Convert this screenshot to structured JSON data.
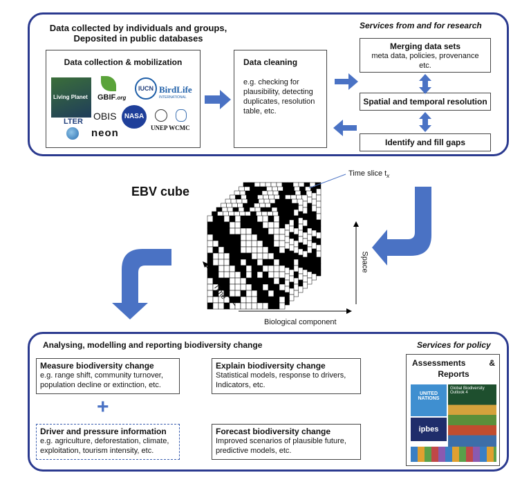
{
  "top_panel": {
    "heading_line1": "Data collected by individuals and groups,",
    "heading_line2": "Deposited in public databases",
    "services_label": "Services from and for research"
  },
  "data_collection": {
    "title": "Data collection & mobilization",
    "logos": {
      "living_planet": "Living Planet",
      "gbif": "GBIF",
      "gbif_suffix": ".org",
      "iucn": "IUCN",
      "birdlife": "BirdLife",
      "birdlife_sub": "INTERNATIONAL",
      "obis": "OBIS",
      "nasa": "NASA",
      "unep": "UNEP",
      "wcmc": "WCMC",
      "lter": "LTER",
      "neon": "neon"
    }
  },
  "data_cleaning": {
    "title": "Data cleaning",
    "line1": "e.g. checking for",
    "line2": "plausibility, detecting",
    "line3": "duplicates, resolution",
    "line4": "table, etc."
  },
  "merging": {
    "title": "Merging data sets",
    "line1": "meta data, policies, provenance",
    "line2": "etc."
  },
  "spatial": {
    "title": "Spatial and temporal resolution"
  },
  "gaps": {
    "title": "Identify and fill gaps"
  },
  "cube": {
    "title": "EBV cube",
    "time_slice": "Time slice t",
    "time_slice_sub": "x",
    "axis_time": "Time",
    "axis_space": "Space",
    "axis_bio": "Biological component"
  },
  "bottom_panel": {
    "heading": "Analysing, modelling and reporting biodiversity change",
    "services_label": "Services for policy"
  },
  "measure": {
    "title": "Measure biodiversity change",
    "line1": "e.g. range shift, community turnover,",
    "line2": "population decline or extinction, etc."
  },
  "plus": "+",
  "driver": {
    "title": "Driver and pressure information",
    "line1": "e.g. agriculture, deforestation, climate,",
    "line2": "exploitation, tourism intensity, etc."
  },
  "explain": {
    "title": "Explain biodiversity change",
    "line1": "Statistical models, response to drivers,",
    "line2": "Indicators, etc."
  },
  "forecast": {
    "title": "Forecast biodiversity change",
    "line1": "Improved scenarios of plausible future,",
    "line2": "predictive models, etc."
  },
  "assessments": {
    "title_part1": "Assessments",
    "title_amp": "&",
    "title_part2": "Reports",
    "un_line1": "UNITED",
    "un_line2": "NATIONS",
    "gbo_line1": "Global Biodiversity",
    "gbo_line2": "Outlook 4",
    "ipbes": "ipbes"
  },
  "colors": {
    "accent": "#2b3a8f",
    "arrow": "#4a72c4"
  }
}
